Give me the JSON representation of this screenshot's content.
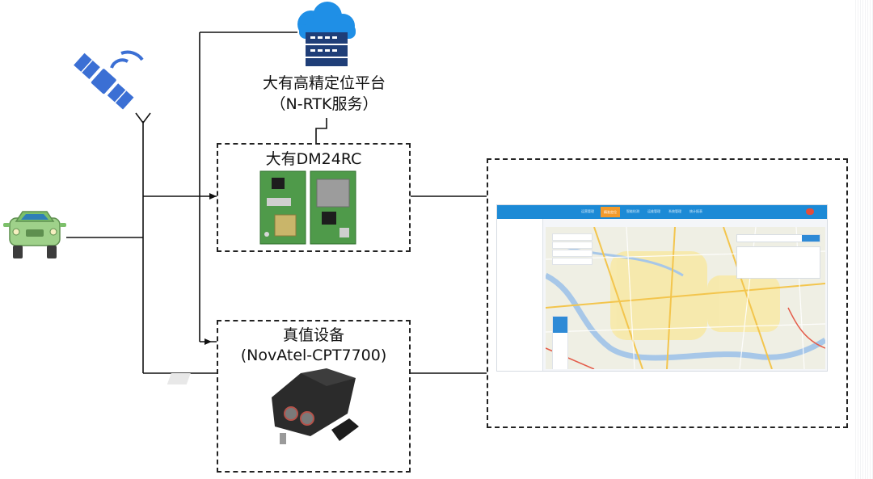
{
  "nodes": {
    "cloud_platform": {
      "line1": "大有高精定位平台",
      "line2": "（N-RTK服务）"
    },
    "dm24rc": {
      "title": "大有DM24RC"
    },
    "truth_device": {
      "line1": "真值设备",
      "line2": "(NovAtel-CPT7700)"
    }
  },
  "screenshot": {
    "top_nav": [
      "运营管理",
      "精准定位",
      "智能检测",
      "运维管理",
      "系统管理",
      "统计报表"
    ]
  },
  "icons": [
    "satellite-icon",
    "antenna-icon",
    "cloud-server-icon",
    "car-icon",
    "circuit-board-icon",
    "ins-device-icon",
    "map-icon"
  ],
  "colors": {
    "cloud_blue": "#1f8fe6",
    "server_navy": "#1f3e78",
    "car_green": "#9fd18a",
    "accent_orange": "#f39a2b"
  }
}
